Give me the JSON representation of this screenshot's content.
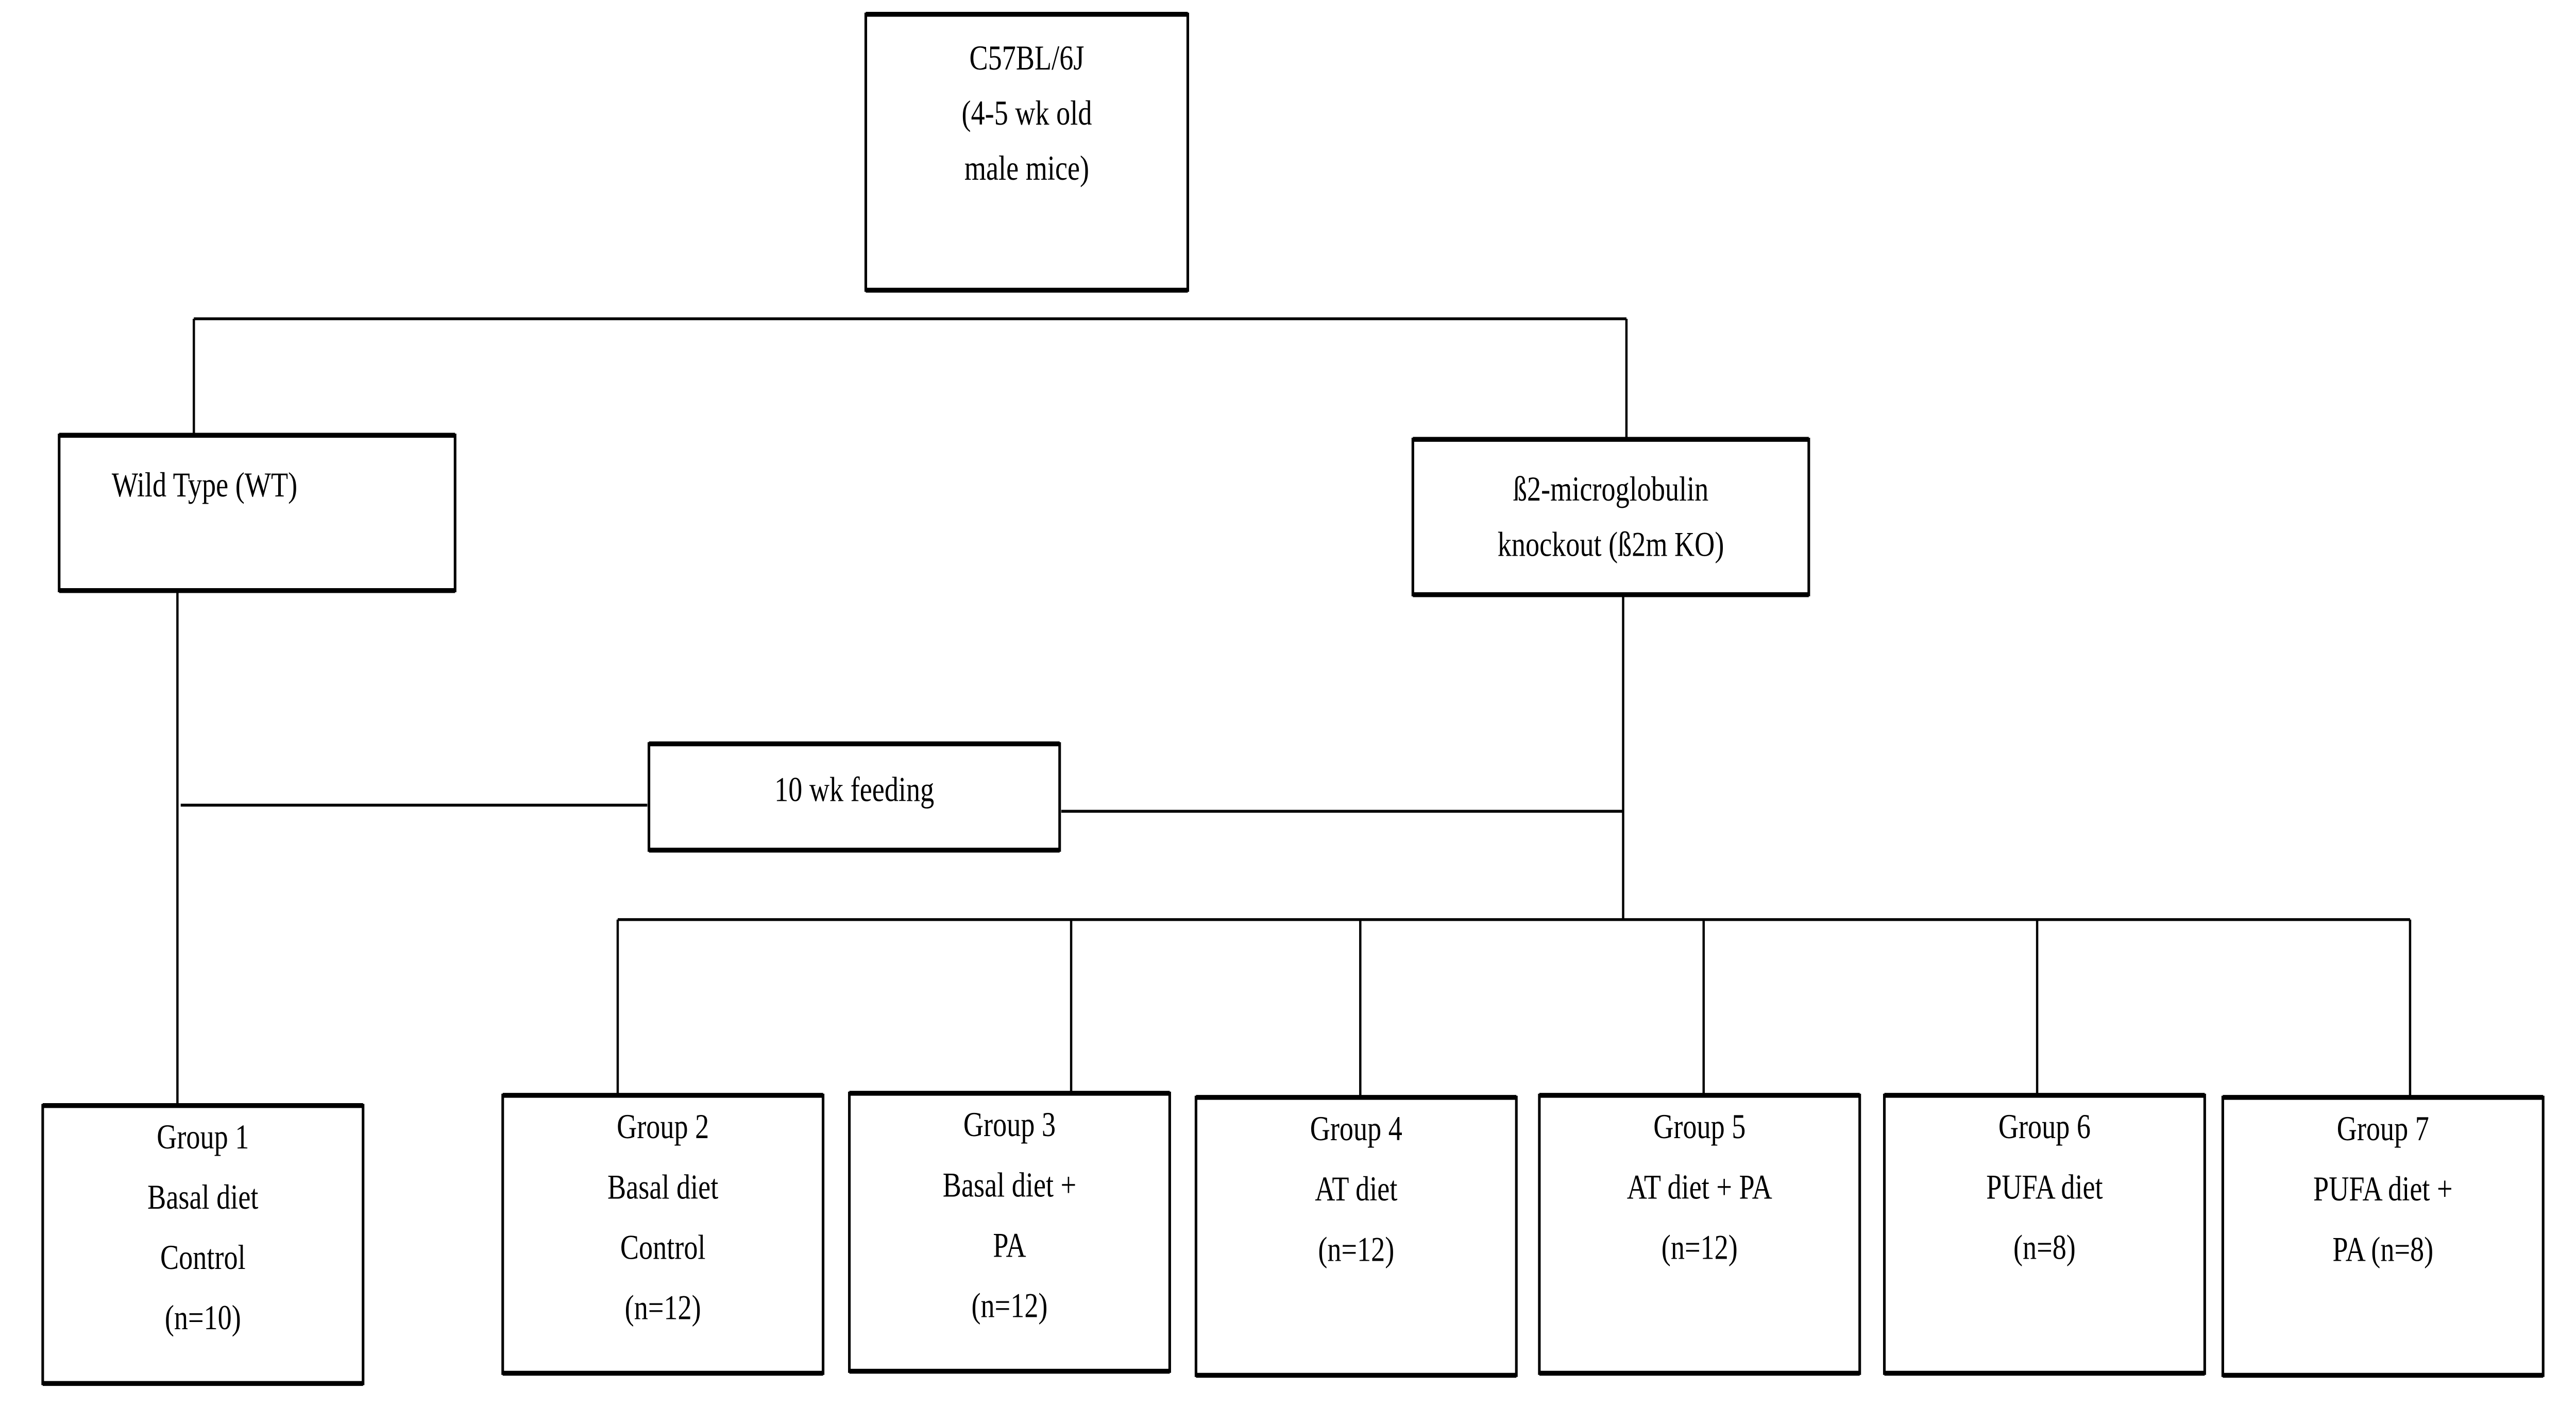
{
  "root": {
    "lines": [
      "C57BL/6J",
      "(4-5 wk old",
      "male mice)"
    ]
  },
  "wild_type": {
    "lines": [
      "Wild Type (WT)"
    ]
  },
  "knockout": {
    "lines": [
      "ß2-microglobulin",
      "knockout (ß2m KO)"
    ]
  },
  "feeding": {
    "lines": [
      "10 wk feeding"
    ]
  },
  "groups": [
    {
      "lines": [
        "Group 1",
        "Basal diet",
        "Control",
        "(n=10)"
      ]
    },
    {
      "lines": [
        "Group 2",
        "Basal diet",
        "Control",
        "(n=12)"
      ]
    },
    {
      "lines": [
        "Group 3",
        "Basal diet +",
        "PA",
        "(n=12)"
      ]
    },
    {
      "lines": [
        "Group 4",
        "AT diet",
        "(n=12)"
      ]
    },
    {
      "lines": [
        "Group 5",
        "AT diet + PA",
        "(n=12)"
      ]
    },
    {
      "lines": [
        "Group 6",
        "PUFA diet",
        "(n=8)"
      ]
    },
    {
      "lines": [
        "Group 7",
        "PUFA diet +",
        "PA (n=8)"
      ]
    }
  ]
}
